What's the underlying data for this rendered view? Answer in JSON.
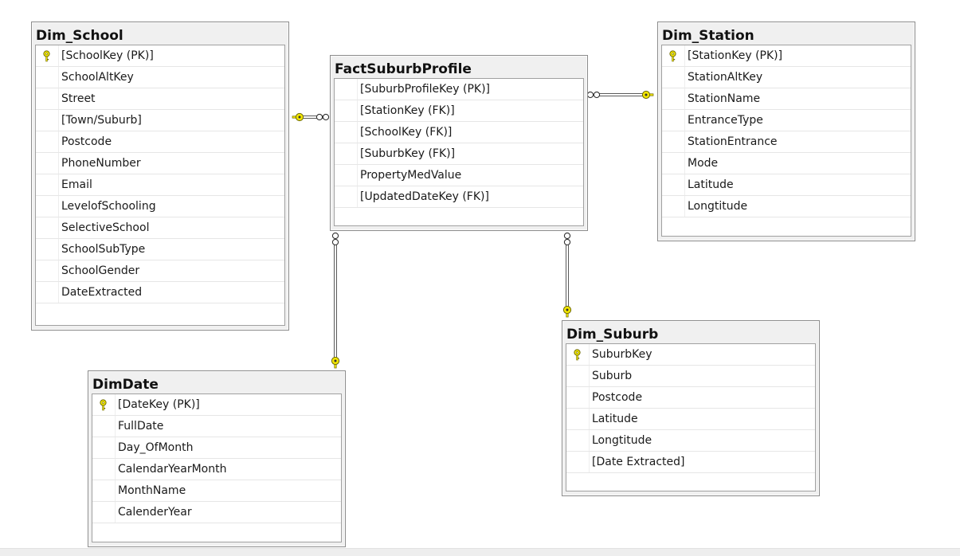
{
  "diagram": {
    "tables": {
      "dim_school": {
        "title": "Dim_School",
        "columns": [
          {
            "label": "[SchoolKey (PK)]",
            "key": true
          },
          {
            "label": "SchoolAltKey",
            "key": false
          },
          {
            "label": "Street",
            "key": false
          },
          {
            "label": "[Town/Suburb]",
            "key": false
          },
          {
            "label": "Postcode",
            "key": false
          },
          {
            "label": "PhoneNumber",
            "key": false
          },
          {
            "label": "Email",
            "key": false
          },
          {
            "label": "LevelofSchooling",
            "key": false
          },
          {
            "label": "SelectiveSchool",
            "key": false
          },
          {
            "label": "SchoolSubType",
            "key": false
          },
          {
            "label": "SchoolGender",
            "key": false
          },
          {
            "label": "DateExtracted",
            "key": false
          }
        ]
      },
      "fact_suburb_profile": {
        "title": "FactSuburbProfile",
        "columns": [
          {
            "label": "[SuburbProfileKey (PK)]",
            "key": false
          },
          {
            "label": "[StationKey (FK)]",
            "key": false
          },
          {
            "label": "[SchoolKey (FK)]",
            "key": false
          },
          {
            "label": "[SuburbKey (FK)]",
            "key": false
          },
          {
            "label": "PropertyMedValue",
            "key": false
          },
          {
            "label": "[UpdatedDateKey (FK)]",
            "key": false
          }
        ]
      },
      "dim_station": {
        "title": "Dim_Station",
        "columns": [
          {
            "label": "[StationKey (PK)]",
            "key": true
          },
          {
            "label": "StationAltKey",
            "key": false
          },
          {
            "label": "StationName",
            "key": false
          },
          {
            "label": "EntranceType",
            "key": false
          },
          {
            "label": "StationEntrance",
            "key": false
          },
          {
            "label": "Mode",
            "key": false
          },
          {
            "label": "Latitude",
            "key": false
          },
          {
            "label": "Longtitude",
            "key": false
          }
        ]
      },
      "dim_suburb": {
        "title": "Dim_Suburb",
        "columns": [
          {
            "label": "SuburbKey",
            "key": true
          },
          {
            "label": "Suburb",
            "key": false
          },
          {
            "label": "Postcode",
            "key": false
          },
          {
            "label": "Latitude",
            "key": false
          },
          {
            "label": "Longtitude",
            "key": false
          },
          {
            "label": "[Date Extracted]",
            "key": false
          }
        ]
      },
      "dim_date": {
        "title": "DimDate",
        "columns": [
          {
            "label": "[DateKey (PK)]",
            "key": true
          },
          {
            "label": "FullDate",
            "key": false
          },
          {
            "label": "Day_OfMonth",
            "key": false
          },
          {
            "label": "CalendarYearMonth",
            "key": false
          },
          {
            "label": "MonthName",
            "key": false
          },
          {
            "label": "CalenderYear",
            "key": false
          }
        ]
      }
    },
    "relationships": [
      {
        "from": "fact_suburb_profile",
        "to": "dim_school",
        "many_end": "fact_suburb_profile",
        "one_end": "dim_school"
      },
      {
        "from": "fact_suburb_profile",
        "to": "dim_station",
        "many_end": "fact_suburb_profile",
        "one_end": "dim_station"
      },
      {
        "from": "fact_suburb_profile",
        "to": "dim_date",
        "many_end": "fact_suburb_profile",
        "one_end": "dim_date"
      },
      {
        "from": "fact_suburb_profile",
        "to": "dim_suburb",
        "many_end": "fact_suburb_profile",
        "one_end": "dim_suburb"
      }
    ],
    "colors": {
      "key_icon": "#f2e600",
      "key_outline": "#6e6a00",
      "connector": "#5a5a5a"
    }
  }
}
